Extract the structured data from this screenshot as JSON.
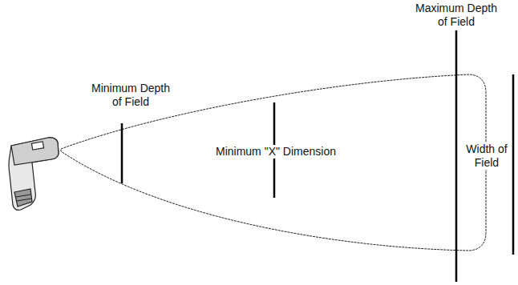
{
  "diagram": {
    "labels": [
      "Minimum Depth of Field",
      "Minimum \"X\" Dimension",
      "Maximum Depth of Field",
      "Width of Field"
    ]
  }
}
